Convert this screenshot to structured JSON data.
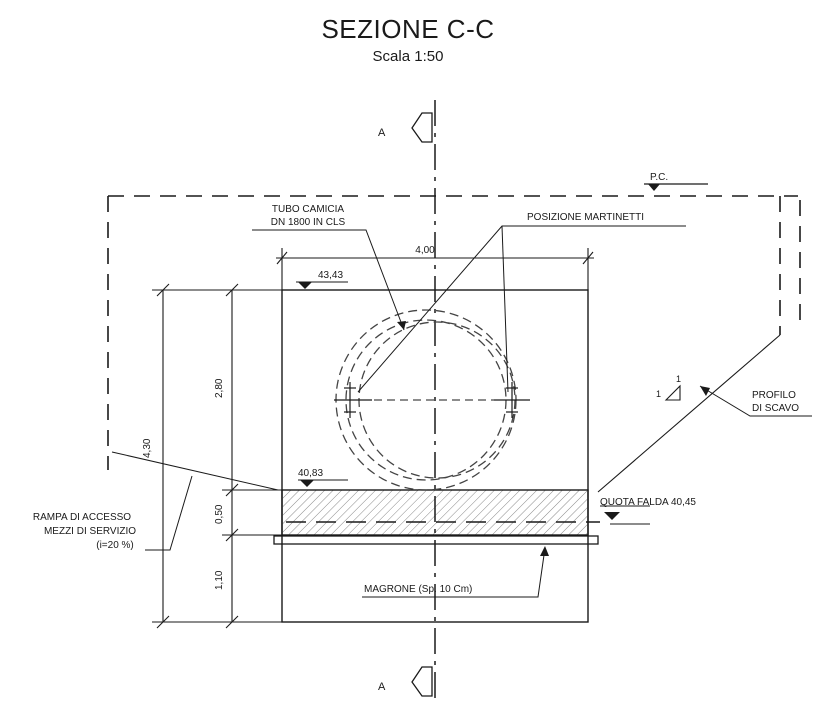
{
  "drawing": {
    "title": "SEZIONE C-C",
    "scale": "Scala 1:50",
    "section_marks": {
      "top": "A",
      "bottom": "A"
    },
    "ground_label": "P.C.",
    "labels": {
      "tubo_camicia": [
        "TUBO CAMICIA",
        "DN 1800 IN CLS"
      ],
      "posizione_martinetti": "POSIZIONE MARTINETTI",
      "profilo_scavo": [
        "PROFILO",
        "DI SCAVO"
      ],
      "rampa": [
        "RAMPA DI ACCESSO",
        "MEZZI DI SERVIZIO",
        "(i=20 %)"
      ],
      "quota_falda": "QUOTA FALDA 40,45",
      "magrone": "MAGRONE (Sp. 10 Cm)",
      "slope": [
        "1",
        "1"
      ]
    },
    "elevations": {
      "top": "43,43",
      "slab": "40,83"
    },
    "dimensions": {
      "width": "4,00",
      "total_height": "4,30",
      "upper": "2,80",
      "slab": "0,50",
      "lower": "1,10"
    }
  }
}
